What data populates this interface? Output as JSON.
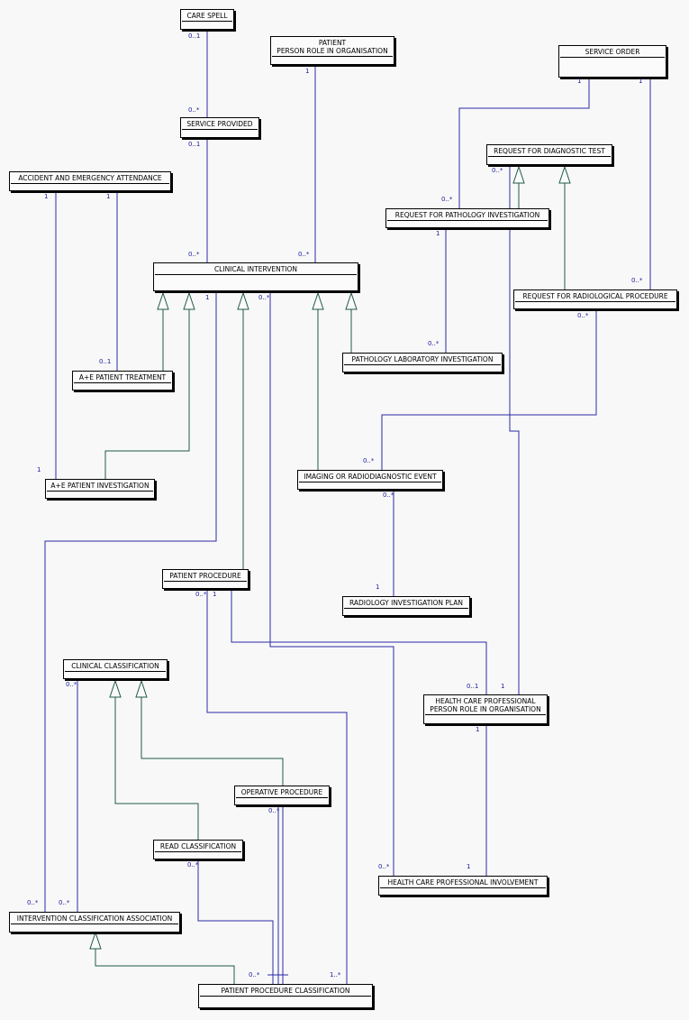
{
  "entities": [
    {
      "id": "care_spell",
      "name": "CARE SPELL"
    },
    {
      "id": "patient",
      "name": "PATIENT\nPERSON ROLE IN ORGANISATION"
    },
    {
      "id": "service_order",
      "name": "SERVICE ORDER"
    },
    {
      "id": "service_provided",
      "name": "SERVICE PROVIDED"
    },
    {
      "id": "request_diagnostic",
      "name": "REQUEST FOR DIAGNOSTIC TEST"
    },
    {
      "id": "ae_attendance",
      "name": "ACCIDENT AND EMERGENCY ATTENDANCE"
    },
    {
      "id": "request_pathology",
      "name": "REQUEST FOR PATHOLOGY INVESTIGATION"
    },
    {
      "id": "clinical_intervention",
      "name": "CLINICAL INTERVENTION"
    },
    {
      "id": "request_radiological",
      "name": "REQUEST FOR RADIOLOGICAL PROCEDURE"
    },
    {
      "id": "pathology_lab",
      "name": "PATHOLOGY LABORATORY INVESTIGATION"
    },
    {
      "id": "ae_treatment",
      "name": "A+E PATIENT TREATMENT"
    },
    {
      "id": "imaging_event",
      "name": "IMAGING OR RADIODIAGNOSTIC EVENT"
    },
    {
      "id": "ae_investigation",
      "name": "A+E PATIENT INVESTIGATION"
    },
    {
      "id": "patient_procedure",
      "name": "PATIENT PROCEDURE"
    },
    {
      "id": "radiology_plan",
      "name": "RADIOLOGY INVESTIGATION PLAN"
    },
    {
      "id": "clinical_classification",
      "name": "CLINICAL CLASSIFICATION"
    },
    {
      "id": "hcp",
      "name": "HEALTH CARE PROFESSIONAL\nPERSON ROLE IN ORGANISATION"
    },
    {
      "id": "operative_procedure",
      "name": "OPERATIVE PROCEDURE"
    },
    {
      "id": "read_classification",
      "name": "READ CLASSIFICATION"
    },
    {
      "id": "hcp_involvement",
      "name": "HEALTH CARE PROFESSIONAL INVOLVEMENT"
    },
    {
      "id": "intervention_classification",
      "name": "INTERVENTION CLASSIFICATION ASSOCIATION"
    },
    {
      "id": "ppc",
      "name": "PATIENT PROCEDURE CLASSIFICATION"
    }
  ],
  "multiplicities": [
    {
      "id": "m1",
      "text": "0..1"
    },
    {
      "id": "m2",
      "text": "0..*"
    },
    {
      "id": "m3",
      "text": "0..1"
    },
    {
      "id": "m4",
      "text": "0..*"
    },
    {
      "id": "m5",
      "text": "1"
    },
    {
      "id": "m6",
      "text": "0..*"
    },
    {
      "id": "m7",
      "text": "1"
    },
    {
      "id": "m8",
      "text": "1"
    },
    {
      "id": "m9",
      "text": "0..*"
    },
    {
      "id": "m10",
      "text": "0..*"
    },
    {
      "id": "m11",
      "text": "1"
    },
    {
      "id": "m12",
      "text": "1"
    },
    {
      "id": "m13",
      "text": "0..*"
    },
    {
      "id": "m14",
      "text": "1"
    },
    {
      "id": "m15",
      "text": "1"
    },
    {
      "id": "m16",
      "text": "0..*"
    },
    {
      "id": "m17",
      "text": "0..*"
    },
    {
      "id": "m18",
      "text": "0..1"
    },
    {
      "id": "m19",
      "text": "0..*"
    },
    {
      "id": "m20",
      "text": "0..*"
    },
    {
      "id": "m21",
      "text": "1"
    },
    {
      "id": "m22",
      "text": "0..*"
    },
    {
      "id": "m23",
      "text": "1"
    },
    {
      "id": "m24",
      "text": "0..*"
    },
    {
      "id": "m25",
      "text": "1"
    },
    {
      "id": "m26",
      "text": "0..*"
    },
    {
      "id": "m27",
      "text": "0..1"
    },
    {
      "id": "m28",
      "text": "1"
    },
    {
      "id": "m29",
      "text": "1"
    },
    {
      "id": "m30",
      "text": "0..*"
    },
    {
      "id": "m31",
      "text": "0..*"
    },
    {
      "id": "m32",
      "text": "1"
    },
    {
      "id": "m33",
      "text": "0..*"
    },
    {
      "id": "m34",
      "text": "0..*"
    },
    {
      "id": "m35",
      "text": "0..*"
    },
    {
      "id": "m36",
      "text": "0..*"
    },
    {
      "id": "m37",
      "text": "1..*"
    }
  ],
  "colors": {
    "association": "#2a2aa8",
    "generalization": "#1f5a4a",
    "border": "#000000",
    "background": "#f8f8f8"
  }
}
